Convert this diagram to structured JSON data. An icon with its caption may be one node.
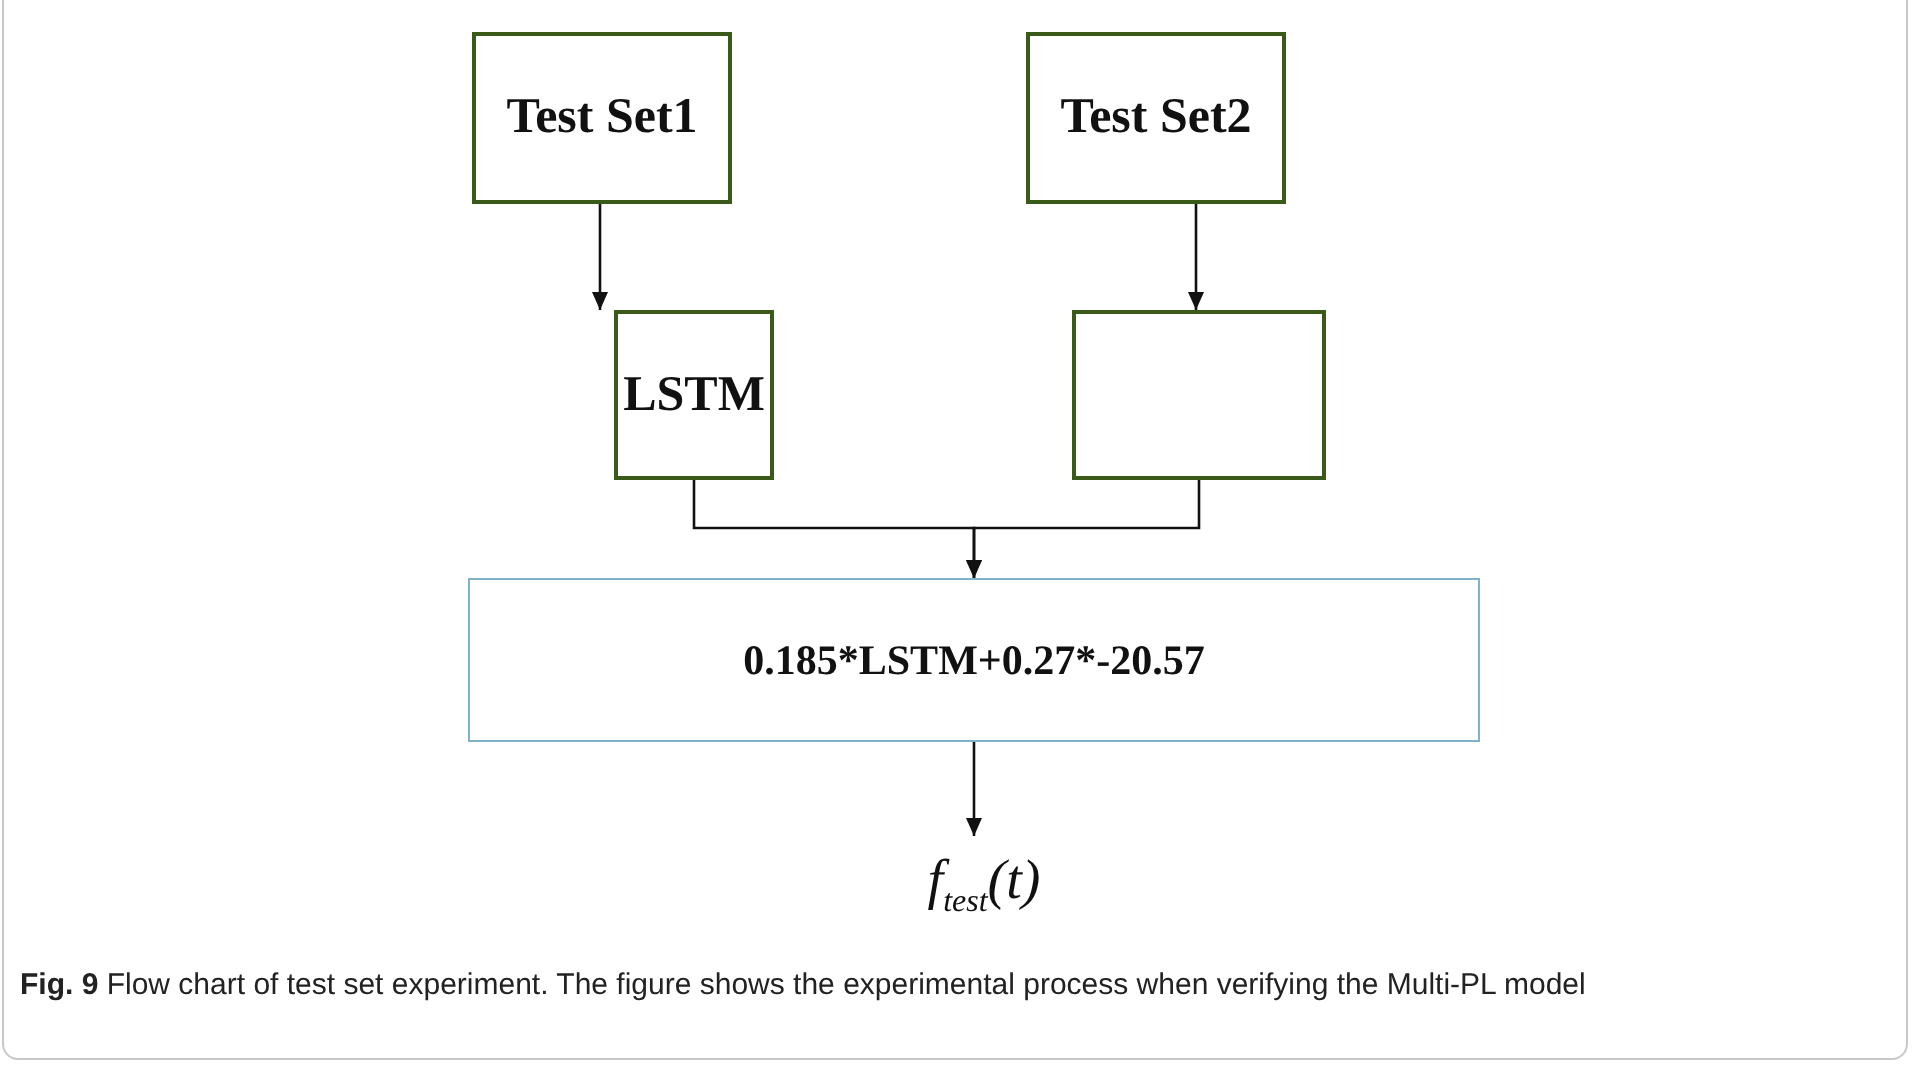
{
  "diagram": {
    "caption": "**Fig. 9** Flow chart of test set experiment. The figure shows the experimental process when verifying the Multi-PL model",
    "nodes": [
      {
        "text": [
          "Test Set1"
        ]
      },
      {
        "text": [
          "Test Set2"
        ]
      },
      {
        "text": [
          "LSTM"
        ]
      },
      {
        "text": [],
        "shape": "box"
      },
      {
        "text": [
          "0.185*LSTM+0.27*-20.57"
        ]
      },
      {
        "text": [
          "f$_{test}$(t)"
        ]
      }
    ],
    "edges": [
      {
        "from": 0,
        "to": 2,
        "arrow": "to"
      },
      {
        "from": 1,
        "to": 3,
        "arrow": "to"
      },
      {
        "from": 2,
        "to": 4,
        "arrow": "to"
      },
      {
        "from": 3,
        "to": 4,
        "arrow": "to"
      },
      {
        "from": 4,
        "to": 5,
        "arrow": "to"
      }
    ]
  }
}
